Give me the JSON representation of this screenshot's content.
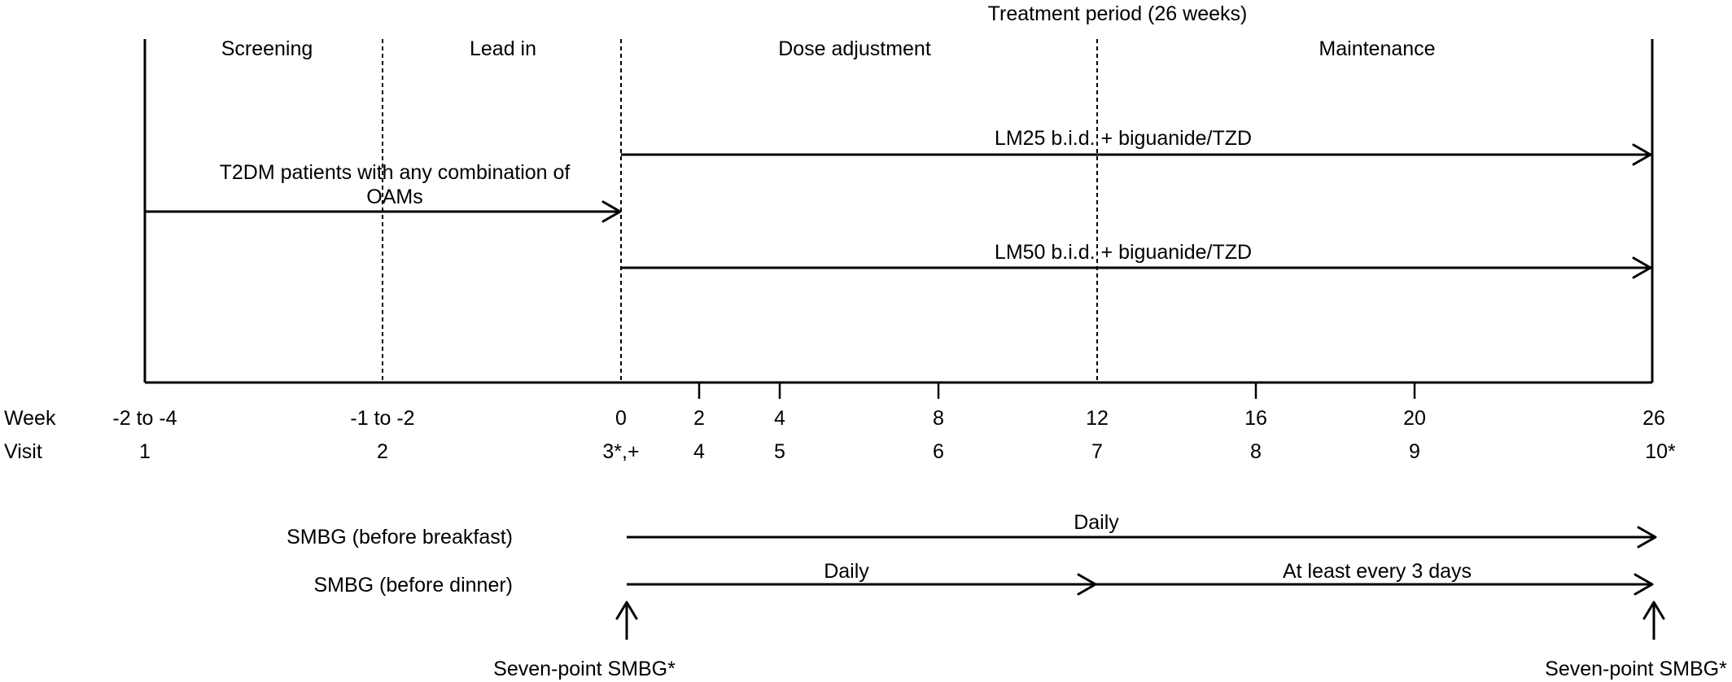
{
  "treatment_label": "Treatment period (26 weeks)",
  "phases": {
    "screening": "Screening",
    "lead_in": "Lead in",
    "dose_adjustment": "Dose adjustment",
    "maintenance": "Maintenance"
  },
  "arms": {
    "oam": {
      "line1": "T2DM patients with any combination of",
      "line2": "OAMs"
    },
    "lm25": "LM25 b.i.d. + biguanide/TZD",
    "lm50": "LM50 b.i.d. + biguanide/TZD"
  },
  "row_labels": {
    "week": "Week",
    "visit": "Visit"
  },
  "weeks": [
    "-2 to -4",
    "-1 to -2",
    "0",
    "2",
    "4",
    "8",
    "12",
    "16",
    "20",
    "26"
  ],
  "visits": [
    "1",
    "2",
    "3*,+",
    "4",
    "5",
    "6",
    "7",
    "8",
    "9",
    "10*"
  ],
  "smbg": {
    "breakfast_label": "SMBG (before breakfast)",
    "dinner_label": "SMBG (before dinner)",
    "breakfast_freq": "Daily",
    "dinner_freq_1": "Daily",
    "dinner_freq_2": "At least every 3 days",
    "seven_point": "Seven-point SMBG*"
  }
}
